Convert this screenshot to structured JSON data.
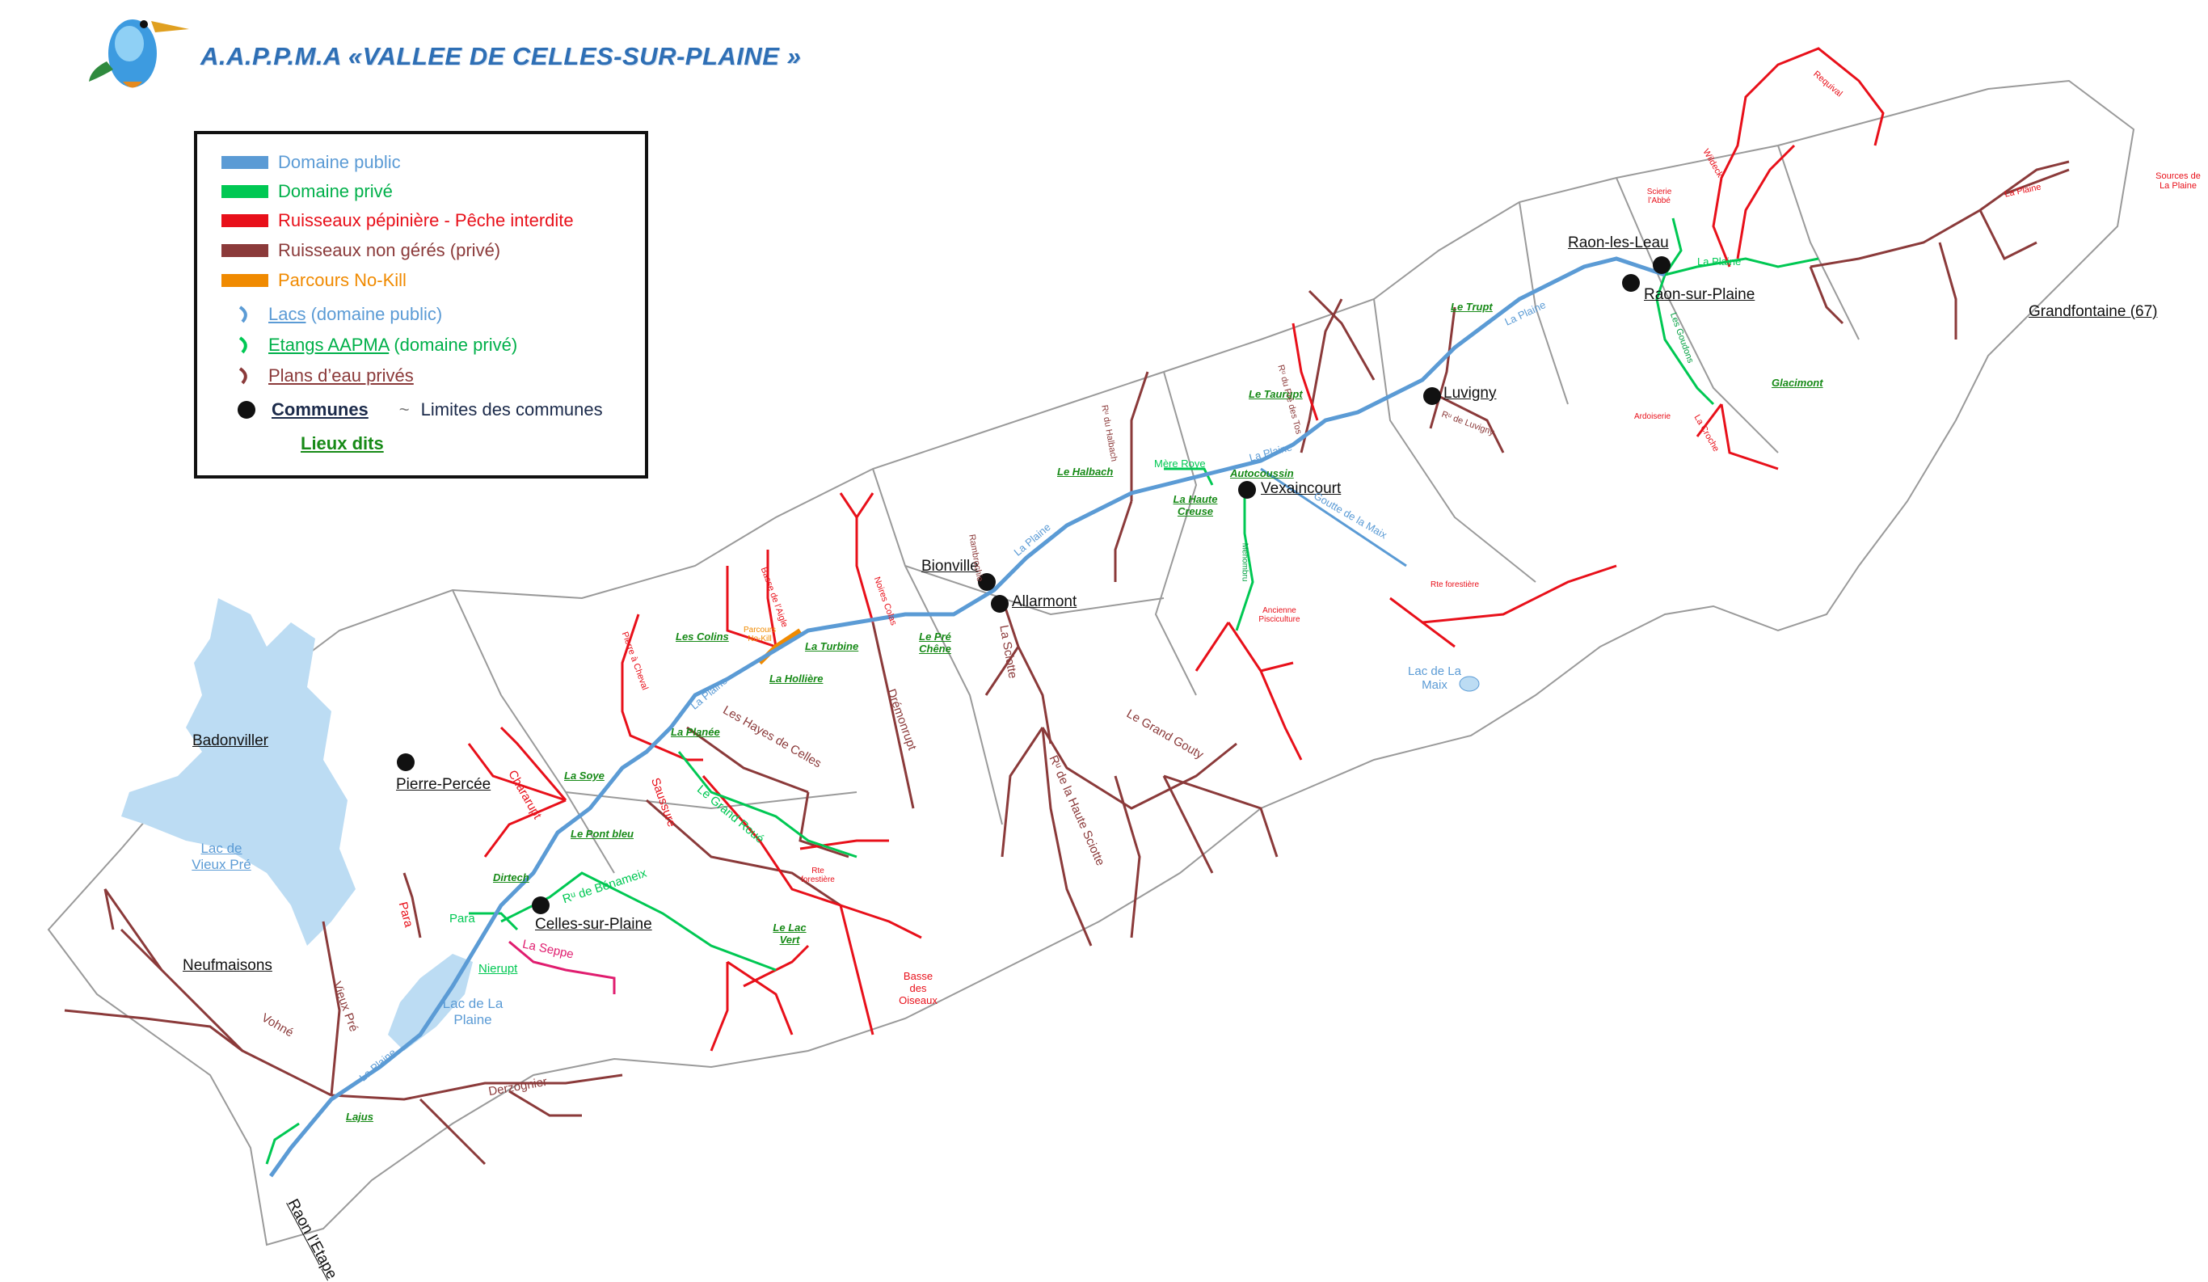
{
  "header": {
    "title": "A.A.P.P.M.A «VALLEE DE CELLES-SUR-PLAINE »"
  },
  "colors": {
    "domaine_public": "#5b9bd5",
    "domaine_prive": "#00c853",
    "pepiniere": "#e8101a",
    "non_geres": "#8b3a3a",
    "no_kill": "#f08a00",
    "lieux_dits": "#178a17",
    "limits": "#9a9a9a"
  },
  "legend": {
    "domaine_public": "Domaine public",
    "domaine_prive": "Domaine privé",
    "pepiniere": "Ruisseaux pépinière - Pêche interdite",
    "non_geres": "Ruisseaux non gérés (privé)",
    "no_kill": "Parcours No-Kill",
    "lacs_a": "Lacs",
    "lacs_b": " (domaine public)",
    "etangs_a": "Etangs AAPMA",
    "etangs_b": " (domaine privé)",
    "plans": "Plans d’eau privés",
    "communes": "Communes",
    "limites": "Limites des communes",
    "lieux": "Lieux dits"
  },
  "communes": {
    "raon_les_leau": "Raon-les-Leau",
    "raon_sur_plaine": "Raon-sur-Plaine",
    "grandfontaine": "Grandfontaine (67)",
    "luvigny": "Luvigny",
    "vexaincourt": "Vexaincourt",
    "bionville": "Bionville",
    "allarmont": "Allarmont",
    "pierre_percee": "Pierre-Percée",
    "celles": "Celles-sur-Plaine",
    "badonviller": "Badonviller",
    "neufmaisons": "Neufmaisons",
    "raon_etape": "Raon l’Etape"
  },
  "lakes": {
    "vieux_pre": "Lac de Vieux Pré",
    "la_plaine": "Lac de La Plaine",
    "la_maix": "Lac de La Maix"
  },
  "lieux_dits": {
    "le_trupt": "Le Trupt",
    "le_taurupt": "Le Taurupt",
    "le_halbach": "Le Halbach",
    "autocoussin": "Autocoussin",
    "la_haute_creuse": "La Haute Creuse",
    "glacimont": "Glacimont",
    "les_colins": "Les Colins",
    "la_turbine": "La Turbine",
    "la_holliere": "La Hollière",
    "le_pre_chene": "Le Pré Chêne",
    "la_planee": "La Planée",
    "la_soye": "La Soye",
    "le_pont_bleu": "Le Pont bleu",
    "dirtech": "Dirtech",
    "le_lac_vert": "Le Lac Vert",
    "lajus": "Lajus"
  },
  "rivers": {
    "la_plaine": "La Plaine",
    "requival": "Requival",
    "wildeck": "Wildeck",
    "scierie": "Scierie l’Abbé",
    "sources": "Sources de La Plaine",
    "les_goudons": "Les Goudons",
    "la_croche": "La Croche",
    "ardoiserie": "Ardoiserie",
    "pre_des_tos": "Rᵘ du Pré des Tos",
    "rau_luvigny": "Rᵘ de Luvigny",
    "halbach": "Rᵘ du Halbach",
    "mere_roye": "Mère Roye",
    "goutte_maix": "Goutte de la Maix",
    "menombru": "Ménombru",
    "ancienne_pisci": "Ancienne Pisciculture",
    "rte_forestiere": "Rte forestière",
    "rambrochie": "Rambrochie",
    "noires_colas": "Noires Colas",
    "basse_aigle": "Basse de l’Aigle",
    "no_kill_label": "Parcours No-Kill",
    "la_sciotte": "La Sciotte",
    "dremonrupt": "Drémonrupt",
    "grand_gouty": "Le Grand Gouty",
    "haute_sciotte": "Rᵘ de la Haute Sciotte",
    "hayes_celles": "Les Hayes de Celles",
    "pierre_cheval": "Pierre à Cheval",
    "saussure": "Saussure",
    "grand_roue": "Le Grand Roué",
    "rte_forestiere2": "Rte forestière",
    "basse_oiseaux": "Basse des Oiseaux",
    "chararupt": "Chararupt",
    "rau_benameix": "Rᵘ de Bénameix",
    "para_green": "Para",
    "para_red": "Para",
    "la_seppe": "La Seppe",
    "nierupt": "Nierupt",
    "vieux_pre": "Vieux Pré",
    "vohne": "Vohné",
    "derzognier": "Derzognier"
  }
}
